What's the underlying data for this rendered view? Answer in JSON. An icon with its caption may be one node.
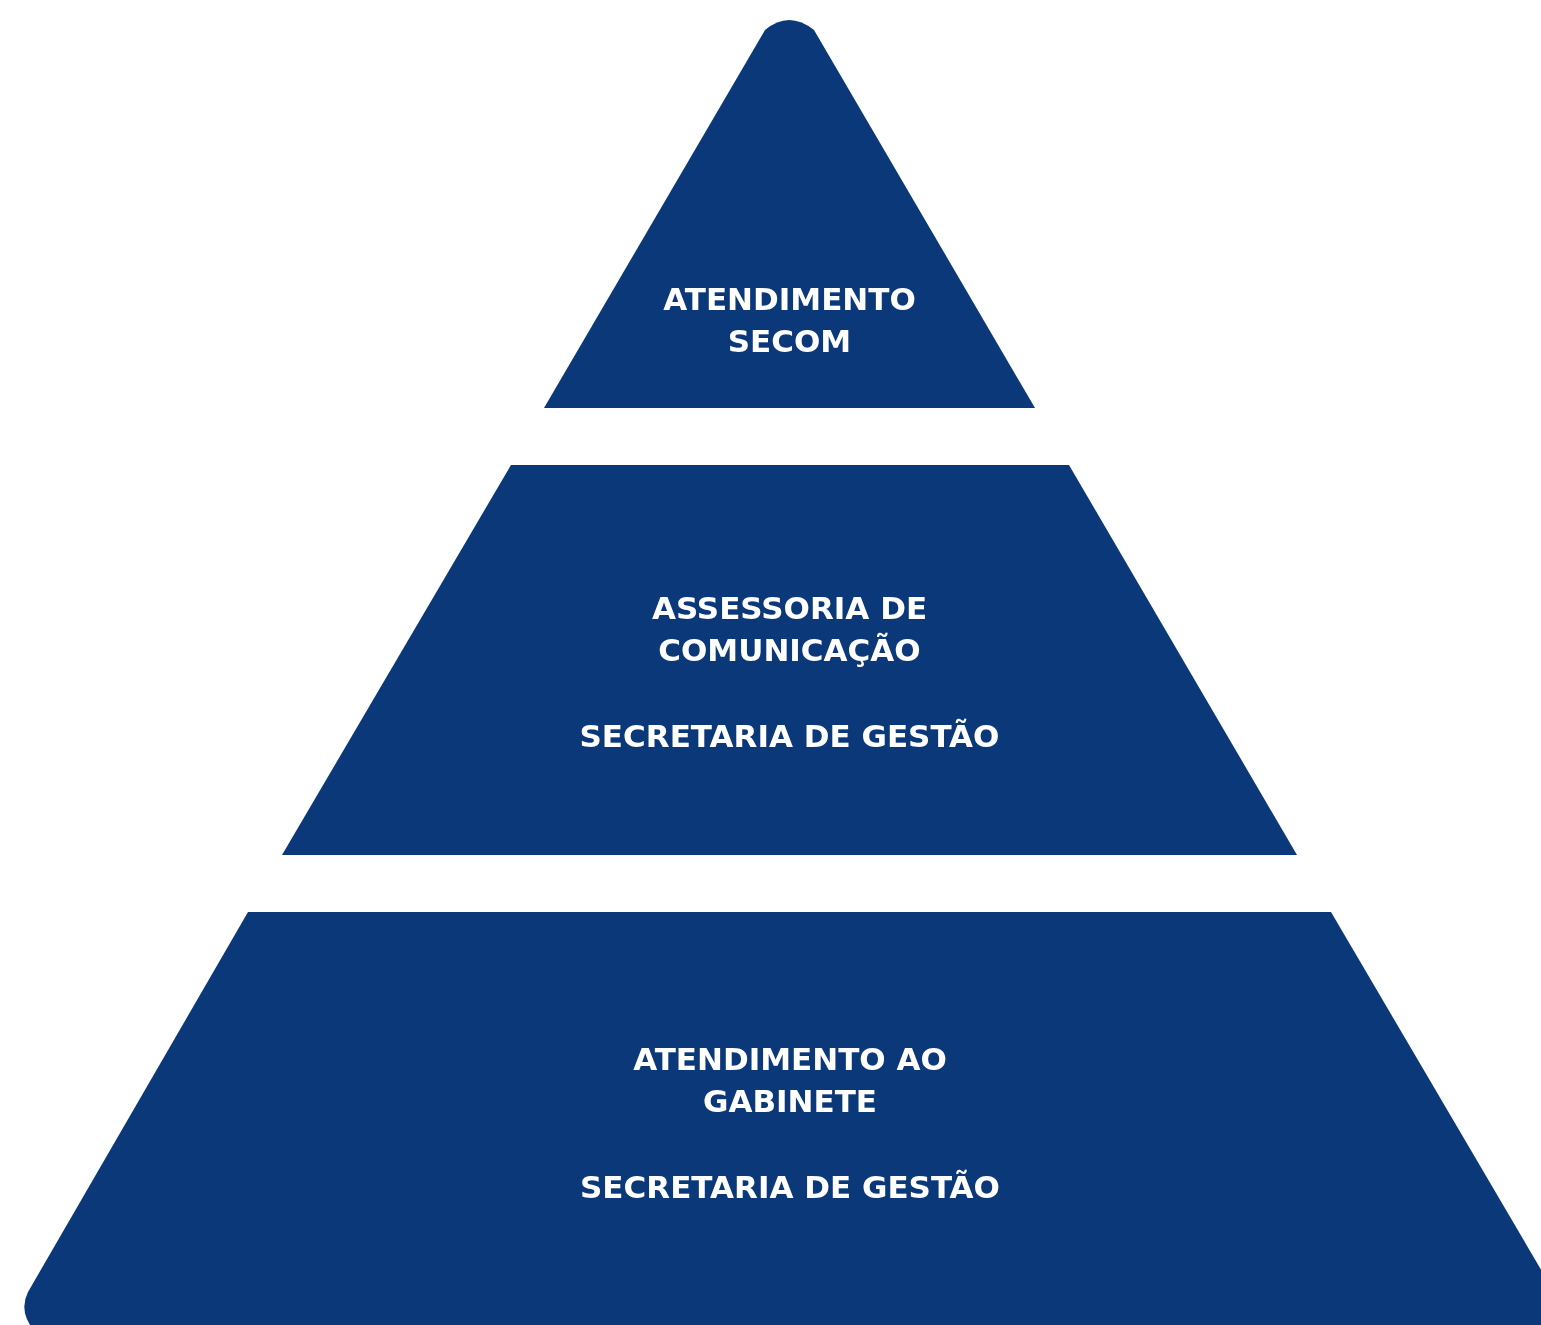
{
  "diagram": {
    "nodes": [
      {
        "text": [
          "ATENDIMENTO SECOM"
        ]
      },
      {
        "text": [
          "ASSESSORIA DE COMUNICAÇÃO",
          "SECRETARIA DE GESTÃO"
        ]
      },
      {
        "text": [
          "ATENDIMENTO AO GABINETE",
          "SECRETARIA DE GESTÃO"
        ]
      }
    ]
  }
}
